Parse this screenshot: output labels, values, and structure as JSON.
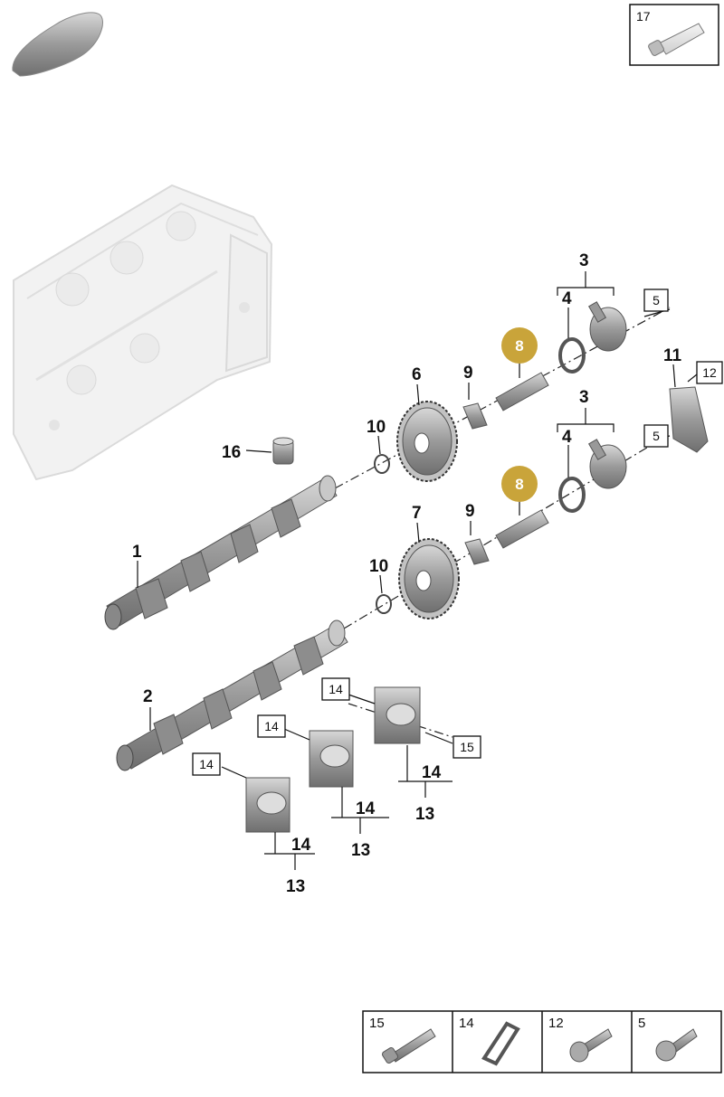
{
  "top_right_box": {
    "number": "17"
  },
  "labels": {
    "camshaft_1": "1",
    "camshaft_2": "2",
    "bracket_3_upper": "3",
    "bracket_3_lower": "3",
    "ring_4_upper": "4",
    "ring_4_lower": "4",
    "box_5_upper": "5",
    "box_5_lower": "5",
    "gear_6": "6",
    "gear_7": "7",
    "highlight_8_upper": "8",
    "highlight_8_lower": "8",
    "part_9_upper": "9",
    "part_9_lower": "9",
    "ring_10_upper": "10",
    "ring_10_lower": "10",
    "part_11": "11",
    "box_12": "12",
    "group_13_a": "13",
    "group_13_b": "13",
    "group_13_c": "13",
    "box_14_a": "14",
    "box_14_b": "14",
    "box_14_c": "14",
    "bracket_14_a": "14",
    "bracket_14_b": "14",
    "bracket_14_c": "14",
    "box_15": "15",
    "part_16": "16"
  },
  "legend": [
    {
      "number": "15",
      "icon": "long-bolt-icon"
    },
    {
      "number": "14",
      "icon": "seal-ring-icon"
    },
    {
      "number": "12",
      "icon": "flange-bolt-icon"
    },
    {
      "number": "5",
      "icon": "torx-bolt-icon"
    }
  ],
  "colors": {
    "highlight": "#C9A43A",
    "part": "#A9A9A9",
    "outline": "#222222"
  }
}
